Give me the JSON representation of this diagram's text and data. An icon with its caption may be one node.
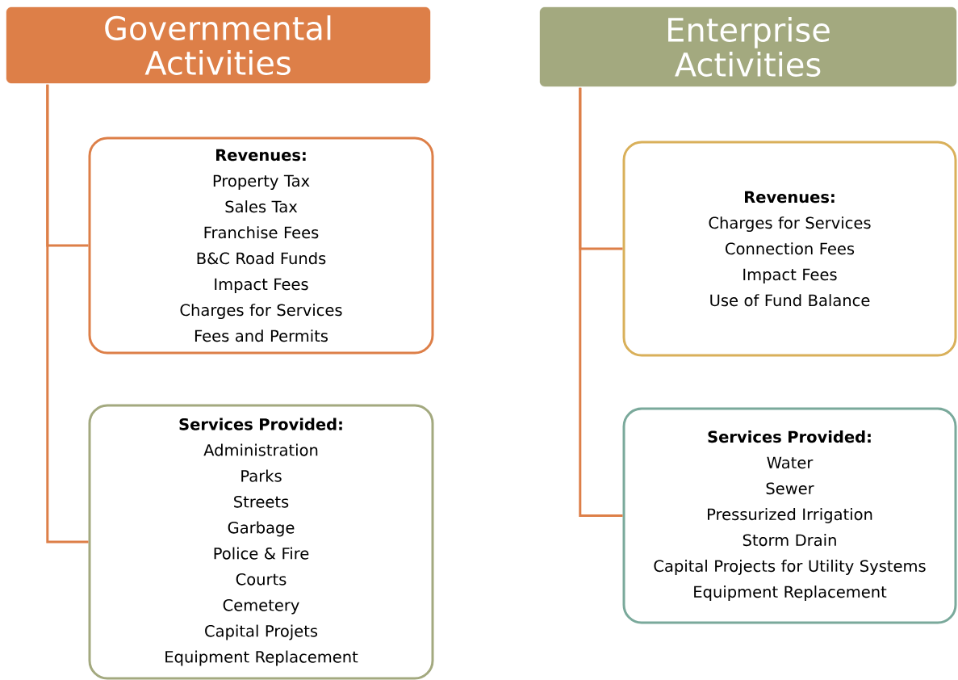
{
  "diagram": {
    "nodes": [
      {
        "text": [
          "Governmental Activities"
        ]
      },
      {
        "text": [
          "**Revenues:**",
          "Property Tax",
          "Sales Tax",
          "Franchise Fees",
          "B&C Road Funds",
          "Impact Fees",
          "Charges for Services",
          "Fees and Permits"
        ]
      },
      {
        "text": [
          "**Services Provided:**",
          "Administration",
          "Parks",
          "Streets",
          "Garbage",
          "Police & Fire",
          "Courts",
          "Cemetery",
          "Capital Projets",
          "Equipment Replacement"
        ]
      },
      {
        "text": [
          "Enterprise Activities"
        ]
      },
      {
        "text": [
          "**Revenues:**",
          "Charges for Services",
          "Connection Fees",
          "Impact Fees",
          "Use of Fund Balance"
        ]
      },
      {
        "text": [
          "**Services Provided:**",
          "Water",
          "Sewer",
          "Pressurized Irrigation",
          "Storm Drain",
          "Capital Projects for Utility Systems",
          "Equipment Replacement"
        ]
      }
    ],
    "edges": [
      {
        "from": 0,
        "to": 1,
        "arrow": "none"
      },
      {
        "from": 0,
        "to": 2,
        "arrow": "none"
      },
      {
        "from": 3,
        "to": 4,
        "arrow": "none"
      },
      {
        "from": 3,
        "to": 5,
        "arrow": "none"
      }
    ]
  }
}
